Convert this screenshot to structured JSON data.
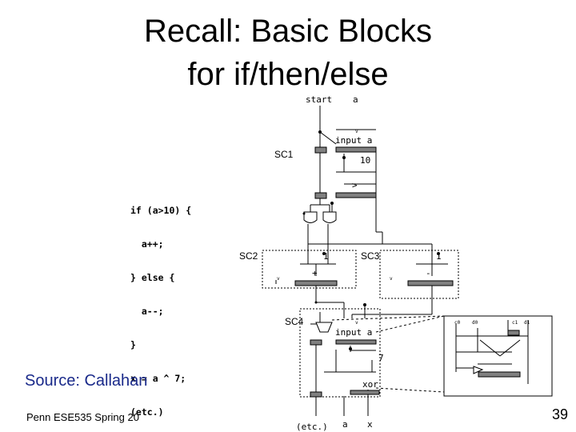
{
  "title": {
    "line1": "Recall: Basic Blocks",
    "line2": "for if/then/else"
  },
  "code_lines": [
    "if (a>10) {",
    "  a++;",
    "} else {",
    "  a--;",
    "}",
    "x = a ^ 7;",
    "(etc.)"
  ],
  "diagram": {
    "top_start": "start",
    "top_a": "a",
    "input_a_1": "input a",
    "const_10": "10",
    "cmp_gt": ">",
    "sc1": "SC1",
    "sc2": "SC2",
    "sc3": "SC3",
    "sc4": "SC4",
    "one_left": "1",
    "one_right": "1",
    "plus": "+",
    "minus": "-",
    "input_a_2": "input a",
    "const_7": "7",
    "xor": "xor",
    "bottom_etc": "(etc.)",
    "bottom_a": "a",
    "bottom_x": "x",
    "v_mark": "v",
    "inset_c0": "c0",
    "inset_d0": "d0",
    "inset_c1": "c1",
    "inset_d1": "d1"
  },
  "source": "Source: Callahan",
  "footer": "Penn ESE535 Spring 20",
  "page_number": "39"
}
